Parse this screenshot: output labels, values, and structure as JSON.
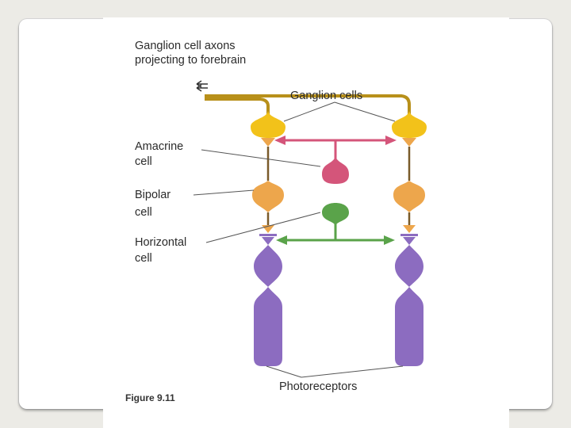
{
  "figure": {
    "labels": {
      "axons_line1": "Ganglion cell axons",
      "axons_line2": "projecting to forebrain",
      "ganglion": "Ganglion cells",
      "amacrine_line1": "Amacrine",
      "amacrine_line2": "cell",
      "bipolar_line1": "Bipolar",
      "bipolar_line2": "cell",
      "horizontal_line1": "Horizontal",
      "horizontal_line2": "cell",
      "photoreceptors": "Photoreceptors",
      "figure_caption": "Figure 9.11"
    },
    "colors": {
      "ganglion": "#f2c21a",
      "bipolar": "#eda64c",
      "amacrine": "#d4557a",
      "horizontal": "#5aa34a",
      "photoreceptor": "#8c6cc0",
      "axon": "#b8901a",
      "wire": "#7a5b2a"
    }
  }
}
